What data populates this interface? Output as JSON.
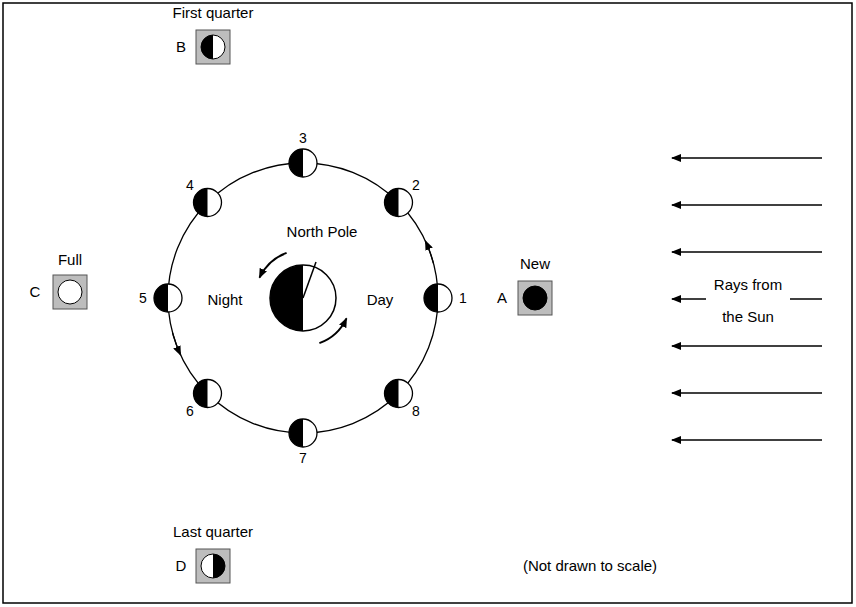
{
  "diagram": {
    "labels": [
      "First quarter",
      "B",
      "3",
      "4",
      "2",
      "North Pole",
      "Full",
      "New",
      "C",
      "5",
      "Night",
      "Day",
      "1",
      "A",
      "Rays from the Sun",
      "6",
      "8",
      "7",
      "Last quarter",
      "D",
      "(Not drawn to scale)"
    ]
  }
}
